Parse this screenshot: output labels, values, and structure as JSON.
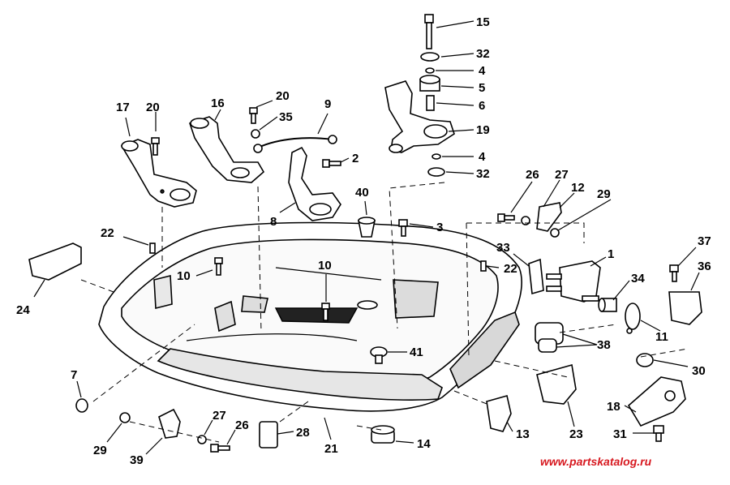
{
  "callouts": {
    "c15": "15",
    "c32a": "32",
    "c4a": "4",
    "c5": "5",
    "c6": "6",
    "c19": "19",
    "c4b": "4",
    "c32b": "32",
    "c17": "17",
    "c20a": "20",
    "c16": "16",
    "c20b": "20",
    "c35": "35",
    "c9": "9",
    "c2": "2",
    "c8": "8",
    "c40": "40",
    "c3": "3",
    "c26a": "26",
    "c27a": "27",
    "c12": "12",
    "c29a": "29",
    "c22a": "22",
    "c33": "33",
    "c22b": "22",
    "c1": "1",
    "c37": "37",
    "c36": "36",
    "c34": "34",
    "c11": "11",
    "c10a": "10",
    "c10b": "10",
    "c24": "24",
    "c38": "38",
    "c41": "41",
    "c30": "30",
    "c7": "7",
    "c18": "18",
    "c29b": "29",
    "c27b": "27",
    "c26b": "26",
    "c28": "28",
    "c39": "39",
    "c21": "21",
    "c14": "14",
    "c13": "13",
    "c23": "23",
    "c31": "31"
  },
  "watermark": "www.partskatalog.ru"
}
